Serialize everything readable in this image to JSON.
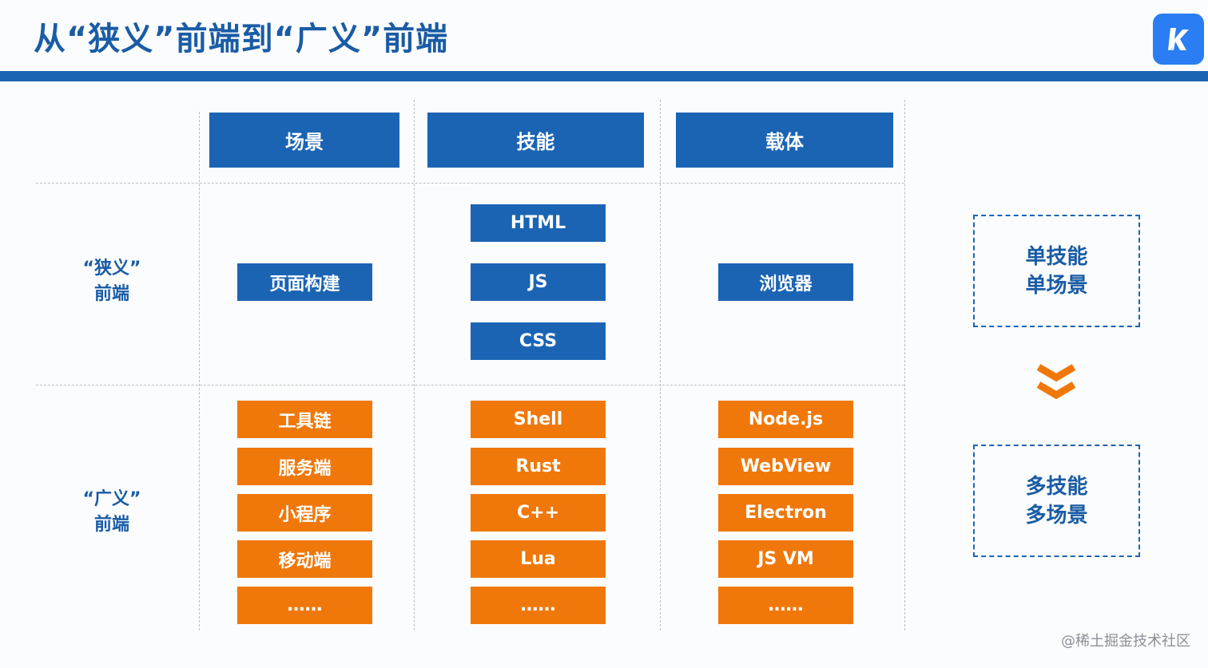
{
  "title": "从“狭义”前端到“广义”前端",
  "logo": {
    "letter": "k",
    "icon": "k-logo-icon"
  },
  "columns": {
    "scene": "场景",
    "skill": "技能",
    "carrier": "载体"
  },
  "rows": {
    "narrow": {
      "line1": "“狭义”",
      "line2": "前端"
    },
    "broad": {
      "line1": "“广义”",
      "line2": "前端"
    }
  },
  "narrow": {
    "scene": [
      "页面构建"
    ],
    "skill": [
      "HTML",
      "JS",
      "CSS"
    ],
    "carrier": [
      "浏览器"
    ]
  },
  "broad": {
    "scene": [
      "工具链",
      "服务端",
      "小程序",
      "移动端",
      "……"
    ],
    "skill": [
      "Shell",
      "Rust",
      "C++",
      "Lua",
      "……"
    ],
    "carrier": [
      "Node.js",
      "WebView",
      "Electron",
      "JS VM",
      "……"
    ]
  },
  "summary": {
    "single": {
      "line1": "单技能",
      "line2": "单场景"
    },
    "multi": {
      "line1": "多技能",
      "line2": "多场景"
    },
    "arrow_icon": "double-chevron-down-icon"
  },
  "watermark": "@稀土掘金技术社区",
  "colors": {
    "primary_blue": "#1b64b4",
    "accent_orange": "#f0780a",
    "logo_blue": "#2a7df2"
  }
}
